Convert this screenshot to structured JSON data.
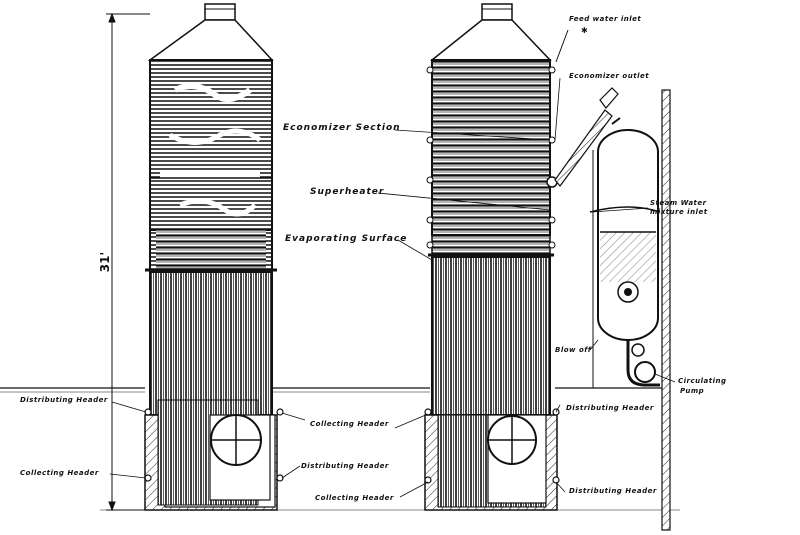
{
  "labels": {
    "feed_water_inlet": "Feed water inlet",
    "economizer_outlet": "Economizer outlet",
    "economizer_section": "Economizer Section",
    "superheater": "Superheater",
    "evaporating_surface": "Evaporating Surface",
    "steam_water_mixture_inlet_line1": "Steam Water",
    "steam_water_mixture_inlet_line2": "mixture inlet",
    "blow_off": "Blow off",
    "circulating_pump_line1": "Circulating",
    "circulating_pump_line2": "Pump",
    "distributing_header_left": "Distributing Header",
    "collecting_header_left": "Collecting Header",
    "collecting_header_mid_top": "Collecting Header",
    "distributing_header_mid": "Distributing Header",
    "distributing_header_right": "Distributing Header",
    "collecting_header_mid_bottom": "Collecting Header",
    "distributing_header_bottom_right": "Distributing Header",
    "height_dimension": "31'"
  }
}
